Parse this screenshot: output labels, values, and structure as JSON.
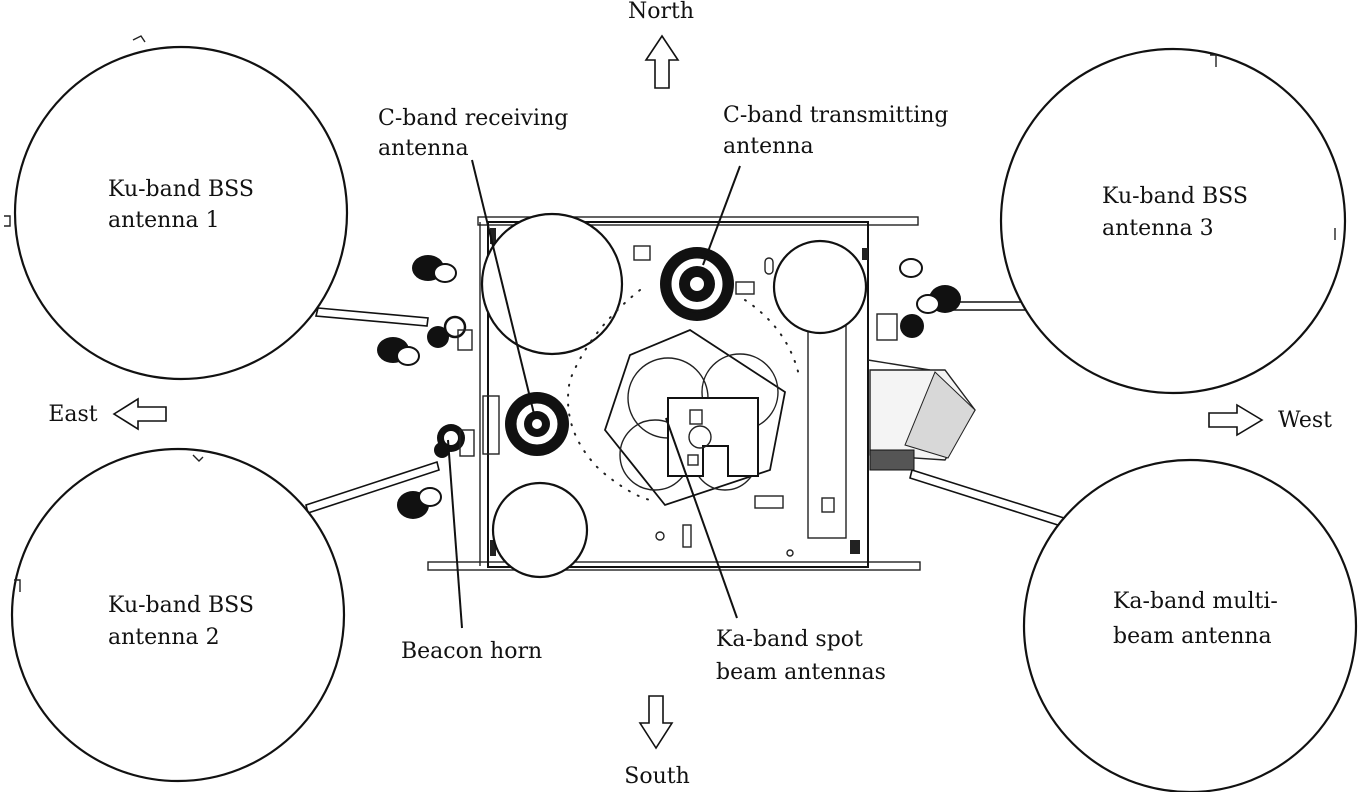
{
  "directions": {
    "north": "North",
    "south": "South",
    "east": "East",
    "west": "West"
  },
  "labels": {
    "ku_bss_1_line1": "Ku-band BSS",
    "ku_bss_1_line2": "antenna 1",
    "ku_bss_2_line1": "Ku-band BSS",
    "ku_bss_2_line2": "antenna 2",
    "ku_bss_3_line1": "Ku-band BSS",
    "ku_bss_3_line2": "antenna 3",
    "ka_multi_line1": "Ka-band multi-",
    "ka_multi_line2": "beam antenna",
    "c_rx_line1": "C-band receiving",
    "c_rx_line2": "antenna",
    "c_tx_line1": "C-band transmitting",
    "c_tx_line2": "antenna",
    "beacon": "Beacon horn",
    "ka_spot_line1": "Ka-band spot",
    "ka_spot_line2": "beam antennas"
  }
}
